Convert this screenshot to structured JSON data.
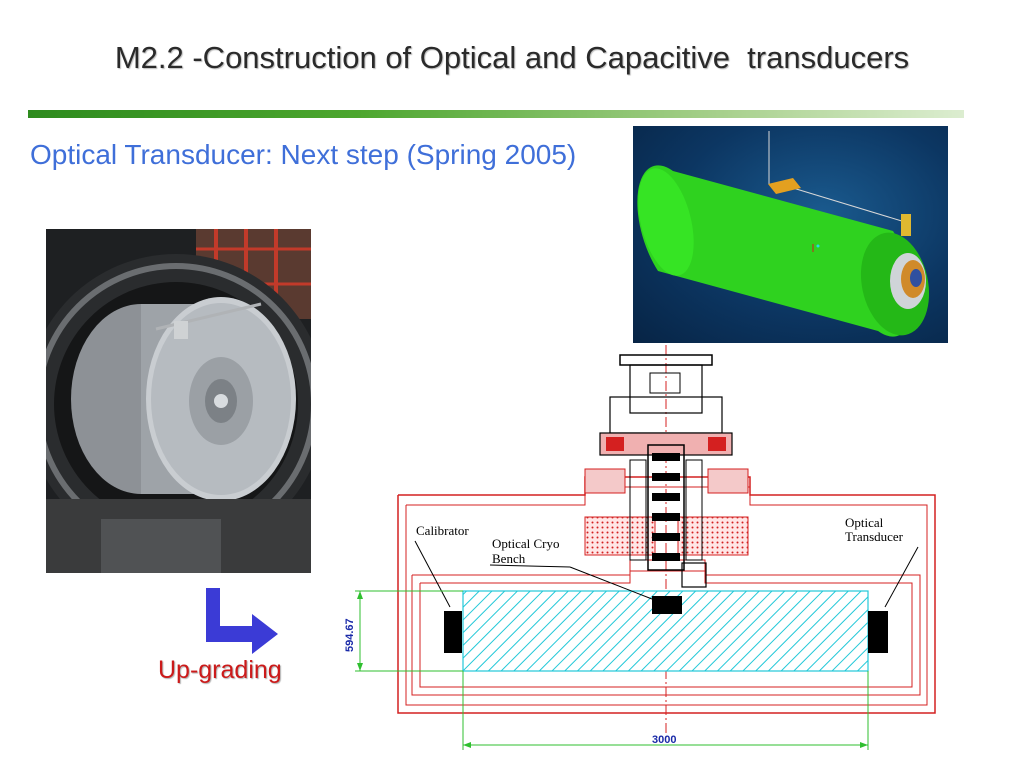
{
  "slide": {
    "title": "M2.2 -Construction of Optical and Capacitive  transducers",
    "subtitle": "Optical Transducer: Next step (Spring 2005)"
  },
  "upgrade": {
    "label": "Up-grading"
  },
  "drawing": {
    "labels": {
      "calibrator": "Calibrator",
      "cryo_bench_line1": "Optical Cryo",
      "cryo_bench_line2": "Bench",
      "optical_transducer_line1": "Optical",
      "optical_transducer_line2": "Transducer"
    },
    "dimensions": {
      "height": "594.67",
      "width": "3000"
    }
  },
  "colors": {
    "title_text": "#2a2a2a",
    "subtitle_text": "#3f6fd9",
    "rule_green": "#2e8b1e",
    "upgrade_text": "#cc1a1a",
    "arrow_blue": "#3b3bd6",
    "drawing_red": "#d42020",
    "drawing_cyan": "#22c8d8",
    "dimension_green": "#2fbf2f"
  }
}
